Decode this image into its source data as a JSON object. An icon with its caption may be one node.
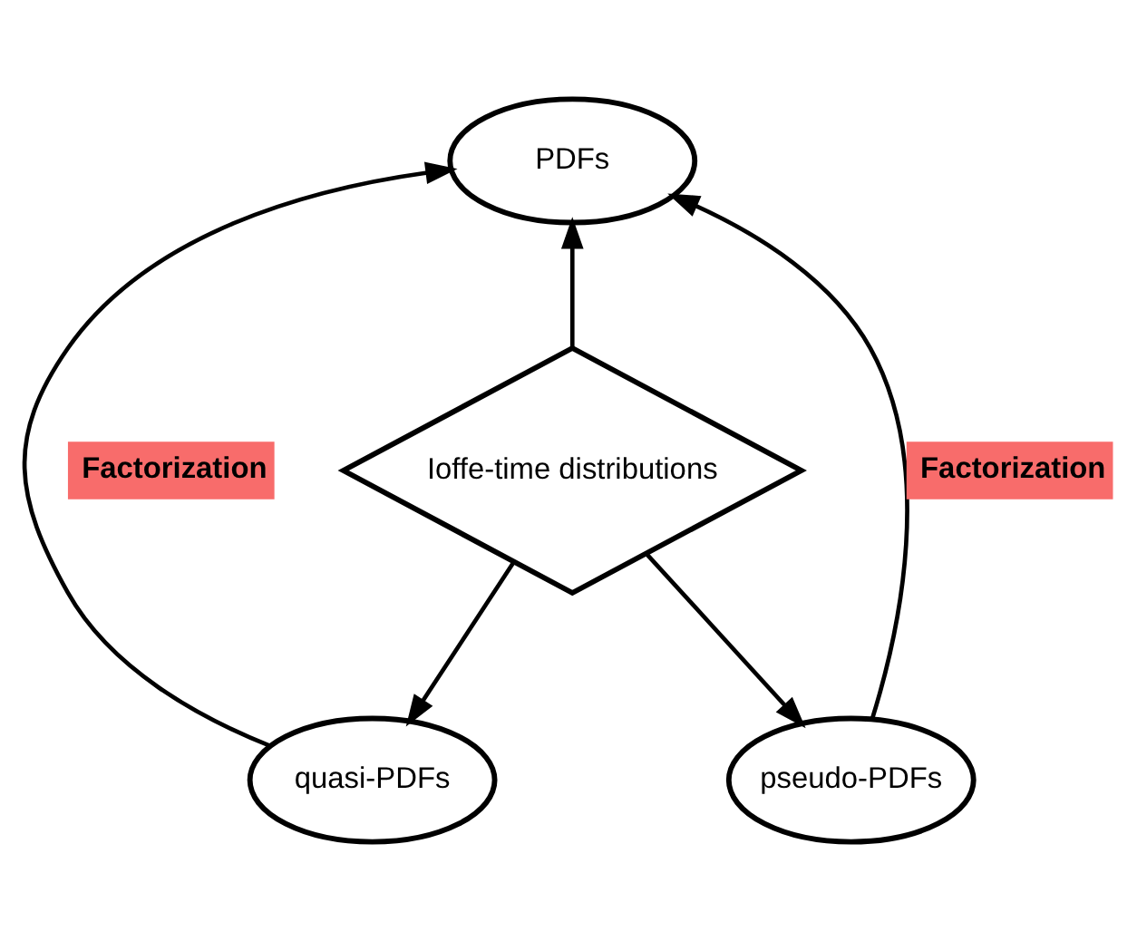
{
  "diagram": {
    "nodes": [
      {
        "text": [
          "PDFs"
        ]
      },
      {
        "text": [
          "Ioffe-time distributions"
        ]
      },
      {
        "text": [
          "quasi-PDFs"
        ]
      },
      {
        "text": [
          "pseudo-PDFs"
        ]
      }
    ],
    "edges": [
      {
        "from": 1,
        "to": 0,
        "arrow": "to"
      },
      {
        "from": 1,
        "to": 2,
        "arrow": "to"
      },
      {
        "from": 1,
        "to": 3,
        "arrow": "to"
      },
      {
        "from": 2,
        "to": 0,
        "arrow": "to",
        "label": "Factorization"
      },
      {
        "from": 3,
        "to": 0,
        "arrow": "to",
        "label": "Factorization"
      }
    ]
  }
}
